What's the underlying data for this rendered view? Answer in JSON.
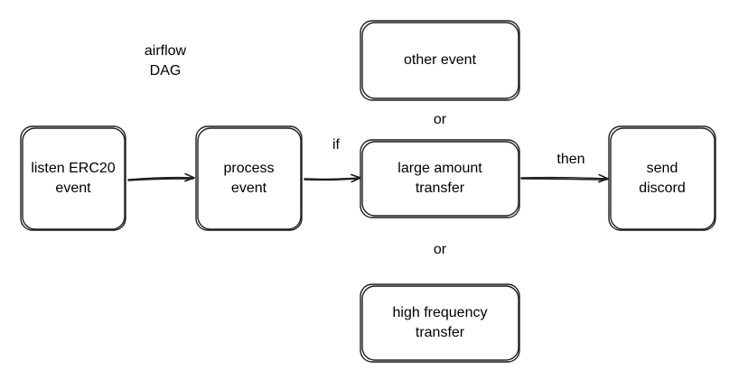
{
  "diagram": {
    "title": "airflow\nDAG",
    "nodes": {
      "listen": "listen ERC20\nevent",
      "process": "process\nevent",
      "other": "other event",
      "large": "large amount\ntransfer",
      "high": "high frequency\ntransfer",
      "send": "send\ndiscord"
    },
    "edge_labels": {
      "if": "if",
      "then": "then",
      "or_top": "or",
      "or_bottom": "or"
    },
    "colors": {
      "stroke": "#1e1e1e",
      "background": "#ffffff"
    }
  }
}
